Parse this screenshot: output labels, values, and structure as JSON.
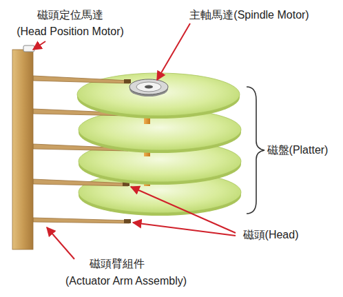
{
  "diagram": {
    "labels": [
      "磁頭定位馬達",
      "(Head Position Motor)",
      "主軸馬達(Spindle Motor)",
      "磁盤(Platter)",
      "磁頭(Head)",
      "磁頭臂組件",
      "(Actuator Arm Assembly)"
    ]
  }
}
